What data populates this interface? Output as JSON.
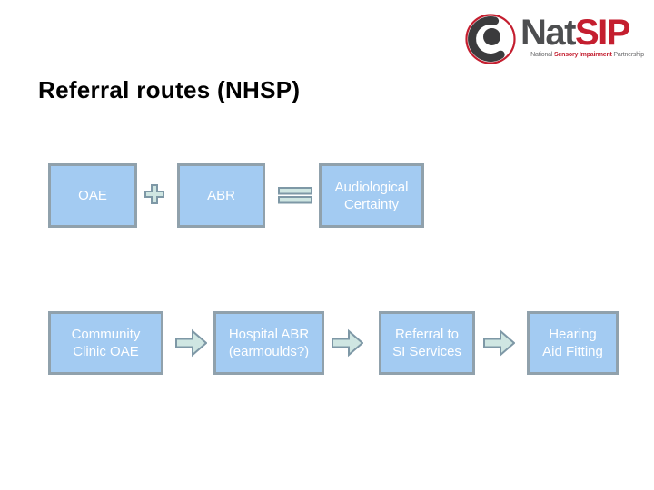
{
  "slide": {
    "title": "Referral routes (NHSP)"
  },
  "logo": {
    "text_primary": "Nat",
    "text_accent": "SIP",
    "tagline": {
      "part1": "National ",
      "part2": "Sensory Impairment",
      "part3": " Partnership"
    }
  },
  "diagram": {
    "top_row": {
      "boxes": [
        {
          "id": "oae",
          "label": "OAE"
        },
        {
          "id": "abr",
          "label": "ABR"
        },
        {
          "id": "audiological-certainty",
          "label": "Audiological\nCertainty"
        }
      ],
      "operators": [
        {
          "type": "plus"
        },
        {
          "type": "equals"
        }
      ]
    },
    "bottom_row": {
      "boxes": [
        {
          "id": "community-clinic-oae",
          "label": "Community\nClinic OAE"
        },
        {
          "id": "hospital-abr-earmoulds",
          "label": "Hospital ABR\n(earmoulds?)"
        },
        {
          "id": "referral-to-si-services",
          "label": "Referral to\nSI Services"
        },
        {
          "id": "hearing-aid-fitting",
          "label": "Hearing\nAid Fitting"
        }
      ],
      "connector": "arrow-right"
    }
  },
  "colors": {
    "title_color": "#000000",
    "box_fill": "#a3cbf2",
    "box_border": "#90a1ac",
    "box_text": "#ffffff",
    "connector_fill": "#cfe6e2",
    "connector_border": "#7e98a6",
    "logo_red": "#c41e2f",
    "logo_gray": "#4d4e50",
    "logo_dark": "#3b3b3d",
    "logo_tagline_gray": "#6b6b6d"
  }
}
